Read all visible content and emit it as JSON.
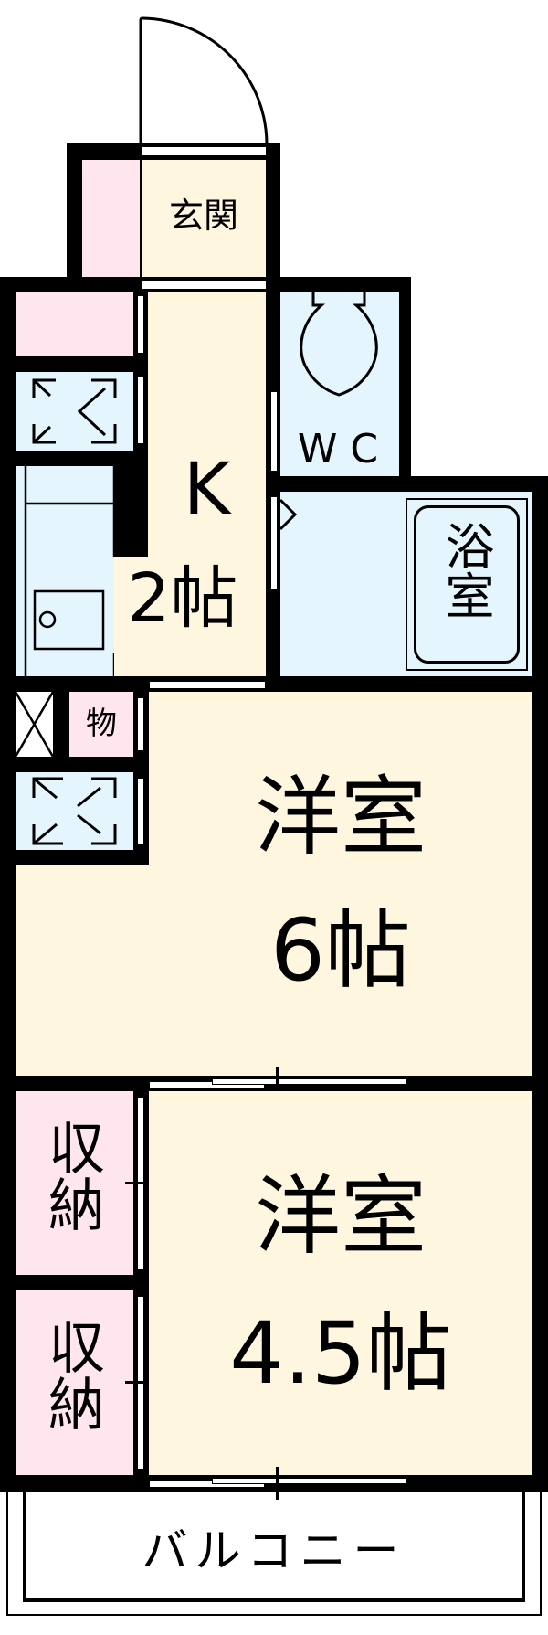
{
  "floorplan": {
    "rooms": {
      "entrance": {
        "label": "玄関"
      },
      "kitchen": {
        "label_letter": "K",
        "label_size": "2帖"
      },
      "toilet": {
        "label": "WC"
      },
      "bathroom": {
        "label": "浴室"
      },
      "western_room_1": {
        "label": "洋室",
        "size": "6帖"
      },
      "western_room_2": {
        "label": "洋室",
        "size": "4.5帖"
      },
      "storage_small": {
        "label": "物"
      },
      "closet_1": {
        "label": "収納"
      },
      "closet_2": {
        "label": "収納"
      },
      "balcony": {
        "label": "バルコニー"
      }
    },
    "colors": {
      "wall": "#000000",
      "living_floor": "#FFF6E0",
      "storage_floor": "#FFE6EE",
      "wet_area_floor": "#E4F5FD"
    },
    "icons": [
      "door-swing-icon",
      "toilet-icon",
      "washer-space-icon",
      "air-conditioner-icon",
      "sink-icon",
      "bathtub-icon",
      "pipe-space-icon"
    ]
  }
}
